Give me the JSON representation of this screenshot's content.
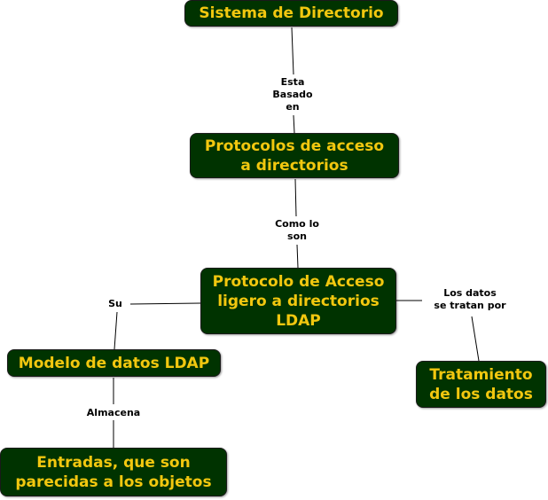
{
  "nodes": {
    "sistema": "Sistema de Directorio",
    "protocolos": "Protocolos  de acceso\na directorios",
    "ldap": "Protocolo de Acceso\nligero a directorios\nLDAP",
    "modelo": "Modelo de datos LDAP",
    "entradas": "Entradas, que son\nparecidas a los objetos",
    "tratamiento": "Tratamiento\nde los datos"
  },
  "links": {
    "esta_basado": "Esta\nBasado\nen",
    "como_lo_son": "Como lo\nson",
    "su": "Su",
    "los_datos": "Los datos\nse tratan por",
    "almacena": "Almacena"
  },
  "colors": {
    "node_fill": "#003300",
    "node_text": "#f2c70f",
    "link_text": "#000000"
  }
}
